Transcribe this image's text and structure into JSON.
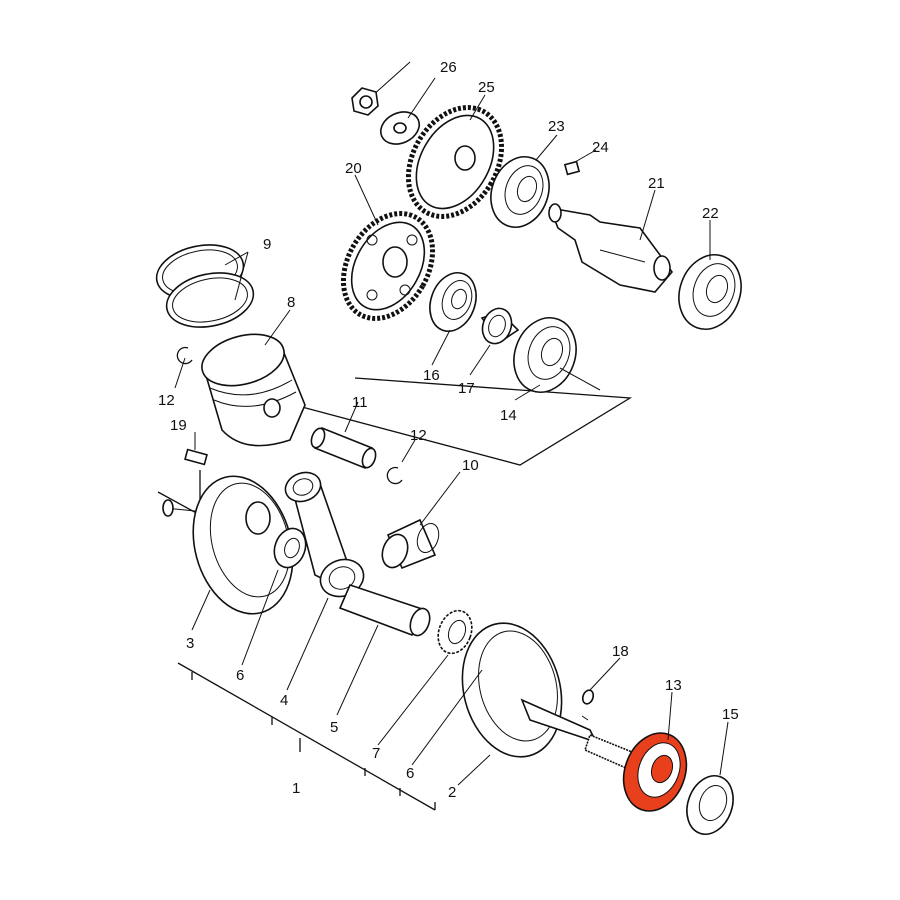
{
  "highlight_color": "#e8401c",
  "highlighted_part": "13",
  "labels": {
    "p1": "1",
    "p2": "2",
    "p3": "3",
    "p4": "4",
    "p5": "5",
    "p6a": "6",
    "p6b": "6",
    "p7": "7",
    "p8": "8",
    "p9": "9",
    "p10": "10",
    "p11": "11",
    "p12a": "12",
    "p12b": "12",
    "p13": "13",
    "p14": "14",
    "p15": "15",
    "p16": "16",
    "p17": "17",
    "p18": "18",
    "p19": "19",
    "p20": "20",
    "p21": "21",
    "p22": "22",
    "p23": "23",
    "p24": "24",
    "p25": "25",
    "p26": "26"
  }
}
